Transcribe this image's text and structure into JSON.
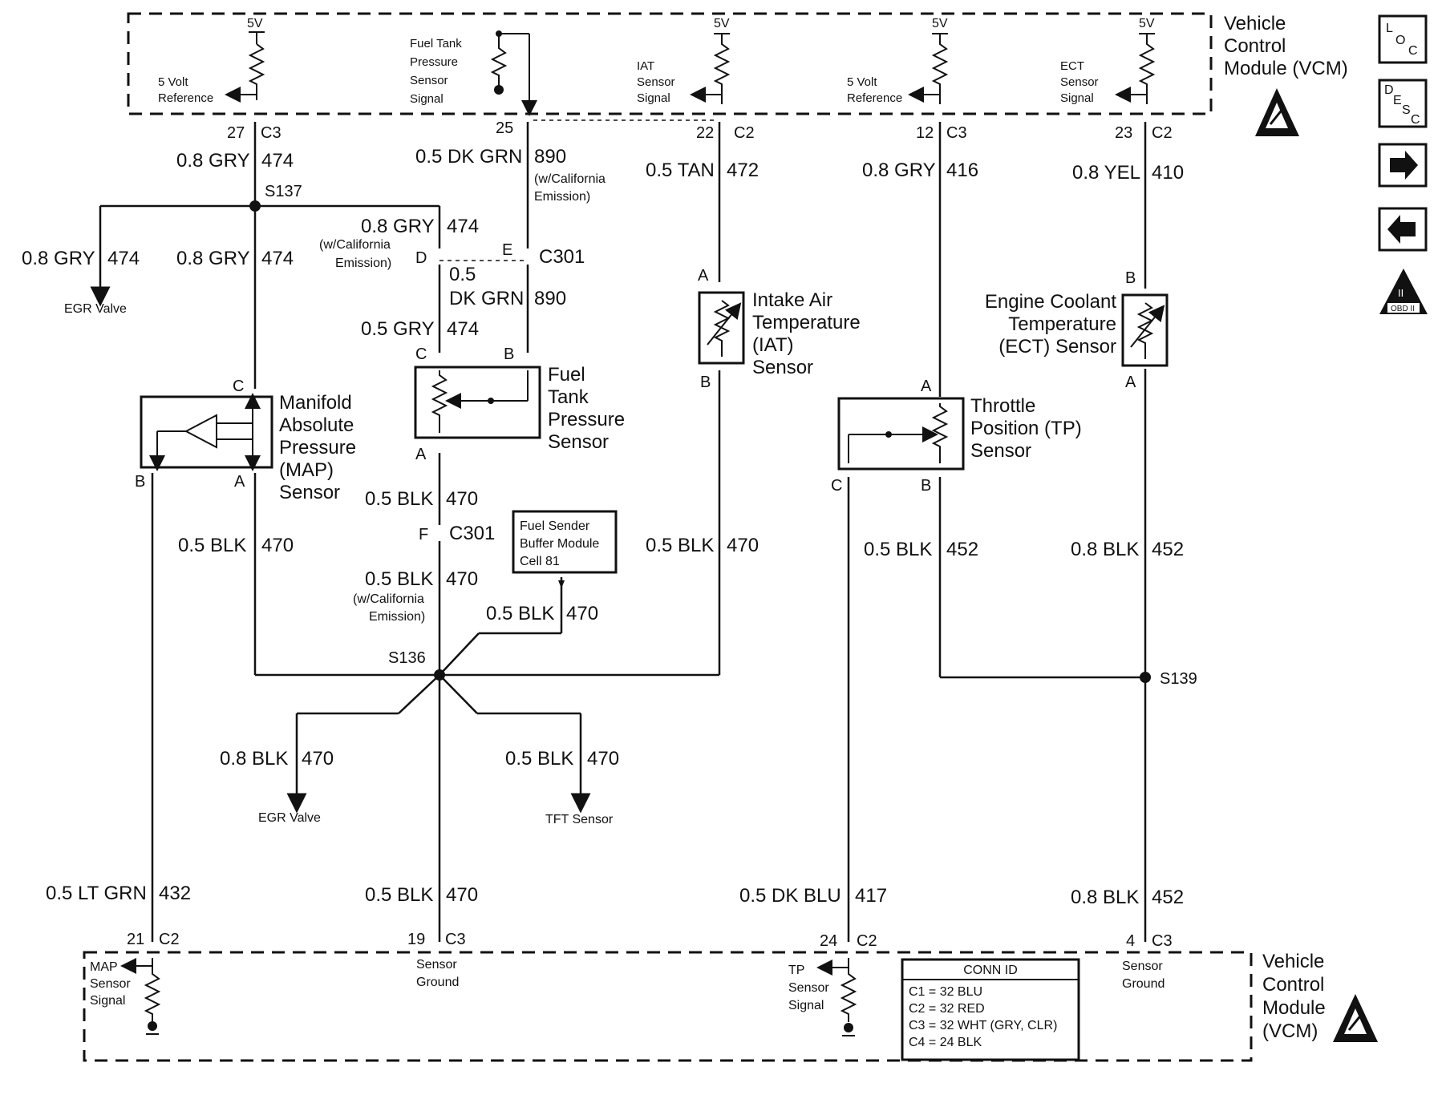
{
  "vcm_top": {
    "l1": "Vehicle",
    "l2": "Control",
    "l3": "Module (VCM)"
  },
  "vcm_bottom": {
    "l1": "Vehicle",
    "l2": "Control",
    "l3": "Module",
    "l4": "(VCM)"
  },
  "volts": "5V",
  "top_labels": {
    "ref1": [
      "5 Volt",
      "Reference"
    ],
    "ftp": [
      "Fuel Tank",
      "Pressure",
      "Sensor",
      "Signal"
    ],
    "iat": [
      "IAT",
      "Sensor",
      "Signal"
    ],
    "ref2": [
      "5 Volt",
      "Reference"
    ],
    "ect": [
      "ECT",
      "Sensor",
      "Signal"
    ]
  },
  "pins_top": {
    "p27": "27",
    "c27": "C3",
    "p25": "25",
    "p22": "22",
    "c22": "C2",
    "p12": "12",
    "c12": "C3",
    "p23": "23",
    "c23": "C2"
  },
  "wires": {
    "w1": [
      "0.8 GRY",
      "474"
    ],
    "w2": [
      "0.5 DK GRN",
      "890"
    ],
    "w2note": [
      "(w/California",
      "Emission)"
    ],
    "w3": [
      "0.5 TAN",
      "472"
    ],
    "w4": [
      "0.8 GRY",
      "416"
    ],
    "w5": [
      "0.8 YEL",
      "410"
    ],
    "w6": [
      "0.8 GRY",
      "474"
    ],
    "w7": [
      "0.8 GRY",
      "474"
    ],
    "w8": [
      "0.8 GRY",
      "474"
    ],
    "w8note": [
      "(w/California",
      "Emission)"
    ],
    "w9": [
      "0.5",
      "DK GRN",
      "890"
    ],
    "w10": [
      "0.5 GRY",
      "474"
    ],
    "w11": [
      "0.5 BLK",
      "470"
    ],
    "w12": [
      "0.5 BLK",
      "470"
    ],
    "w13": [
      "0.5 BLK",
      "470"
    ],
    "w13note": [
      "(w/California",
      "Emission)"
    ],
    "w14": [
      "0.5 BLK",
      "470"
    ],
    "w15": [
      "0.5 BLK",
      "470"
    ],
    "w16": [
      "0.5 BLK",
      "452"
    ],
    "w17": [
      "0.8 BLK",
      "452"
    ],
    "w18": [
      "0.8 BLK",
      "470"
    ],
    "w19": [
      "0.5 BLK",
      "470"
    ],
    "w20": [
      "0.5 LT GRN",
      "432"
    ],
    "w21": [
      "0.5 BLK",
      "470"
    ],
    "w22": [
      "0.5 DK BLU",
      "417"
    ],
    "w23": [
      "0.8 BLK",
      "452"
    ]
  },
  "splices": {
    "s137": "S137",
    "s136": "S136",
    "s139": "S139"
  },
  "connectors": {
    "c301a": "C301",
    "c301b": "C301"
  },
  "terminals": {
    "d": "D",
    "e": "E",
    "ia": "A",
    "ib": "B",
    "ftpc": "C",
    "ftpb": "B",
    "ftpa": "A",
    "ftpf": "F",
    "mapc": "C",
    "mapb": "B",
    "mapa": "A",
    "ectb": "B",
    "ecta": "A",
    "tpa": "A",
    "tpc": "C",
    "tpb": "B"
  },
  "egr1": "EGR Valve",
  "egr2": "EGR Valve",
  "tft": "TFT Sensor",
  "components": {
    "iat": [
      "Intake Air",
      "Temperature",
      "(IAT)",
      "Sensor"
    ],
    "ect": [
      "Engine Coolant",
      "Temperature",
      "(ECT) Sensor"
    ],
    "ftp": [
      "Fuel",
      "Tank",
      "Pressure",
      "Sensor"
    ],
    "map": [
      "Manifold",
      "Absolute",
      "Pressure",
      "(MAP)",
      "Sensor"
    ],
    "tp": [
      "Throttle",
      "Position (TP)",
      "Sensor"
    ],
    "fsbm": [
      "Fuel Sender",
      "Buffer Module",
      "Cell 81"
    ]
  },
  "pins_bottom": {
    "p21": "21",
    "c21": "C2",
    "p19": "19",
    "c19": "C3",
    "p24": "24",
    "c24": "C2",
    "p4": "4",
    "c4": "C3"
  },
  "bottom_labels": {
    "map": [
      "MAP",
      "Sensor",
      "Signal"
    ],
    "gnd1": [
      "Sensor",
      "Ground"
    ],
    "tp": [
      "TP",
      "Sensor",
      "Signal"
    ],
    "gnd2": [
      "Sensor",
      "Ground"
    ]
  },
  "conn_id": {
    "title": "CONN ID",
    "rows": [
      "C1 = 32 BLU",
      "C2 = 32 RED",
      "C3 = 32 WHT (GRY, CLR)",
      "C4 = 24 BLK"
    ]
  },
  "side_icons": {
    "loc": [
      "L",
      "O",
      "C"
    ],
    "desc": [
      "D",
      "E",
      "S",
      "C"
    ],
    "obd": [
      "II",
      "OBD II"
    ]
  }
}
